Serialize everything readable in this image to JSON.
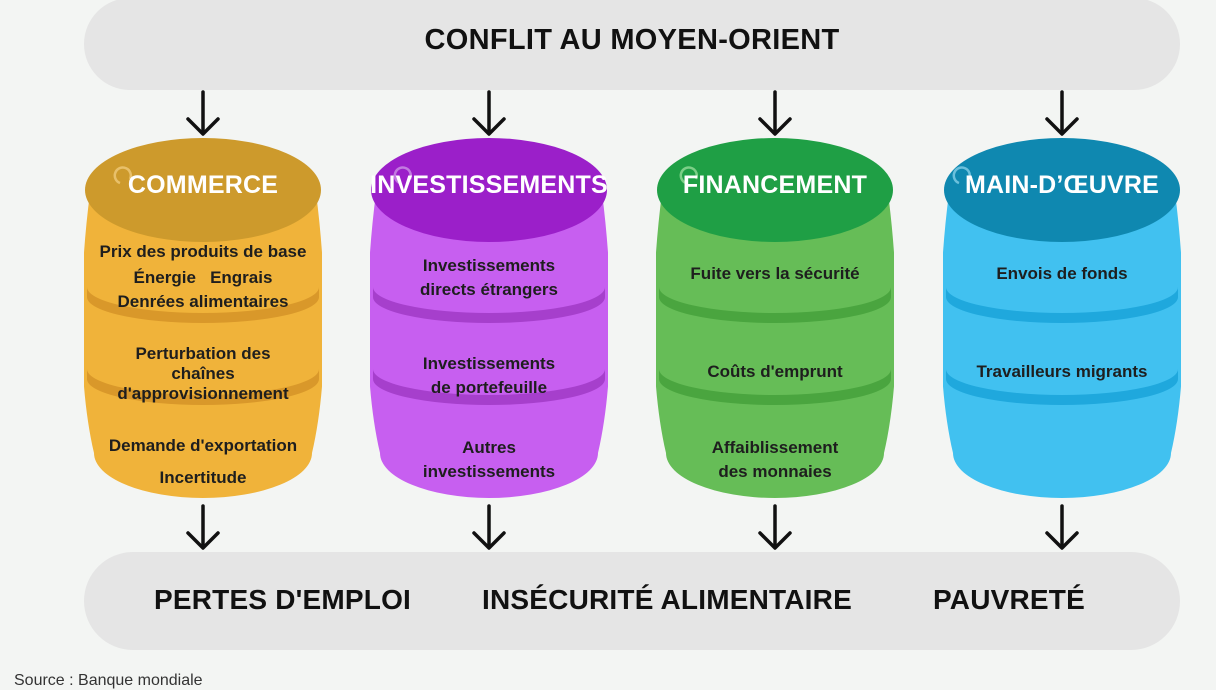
{
  "header": {
    "title": "CONFLIT AU MOYEN-ORIENT"
  },
  "barrels": [
    {
      "title": "COMMERCE",
      "color": "#f0b33a",
      "items": [
        "Prix des produits de base",
        "Énergie   Engrais",
        "Denrées alimentaires",
        "Perturbation des",
        "chaînes",
        "d'approvisionnement",
        "Demande d'exportation",
        "Incertitude"
      ]
    },
    {
      "title": "INVESTISSEMENTS",
      "color": "#c75ff0",
      "items": [
        "Investissements",
        "directs étrangers",
        "Investissements",
        "de portefeuille",
        "Autres",
        "investissements"
      ]
    },
    {
      "title": "FINANCEMENT",
      "color": "#66bd57",
      "items": [
        "Fuite vers la sécurité",
        "Coûts d'emprunt",
        "Affaiblissement",
        "des monnaies"
      ]
    },
    {
      "title": "MAIN-D’ŒUVRE",
      "color": "#41c1f0",
      "items": [
        "Envois de fonds",
        "Travailleurs migrants"
      ]
    }
  ],
  "outcomes": [
    "PERTES D'EMPLOI",
    "INSÉCURITÉ ALIMENTAIRE",
    "PAUVRETÉ"
  ],
  "source": "Source : Banque mondiale"
}
